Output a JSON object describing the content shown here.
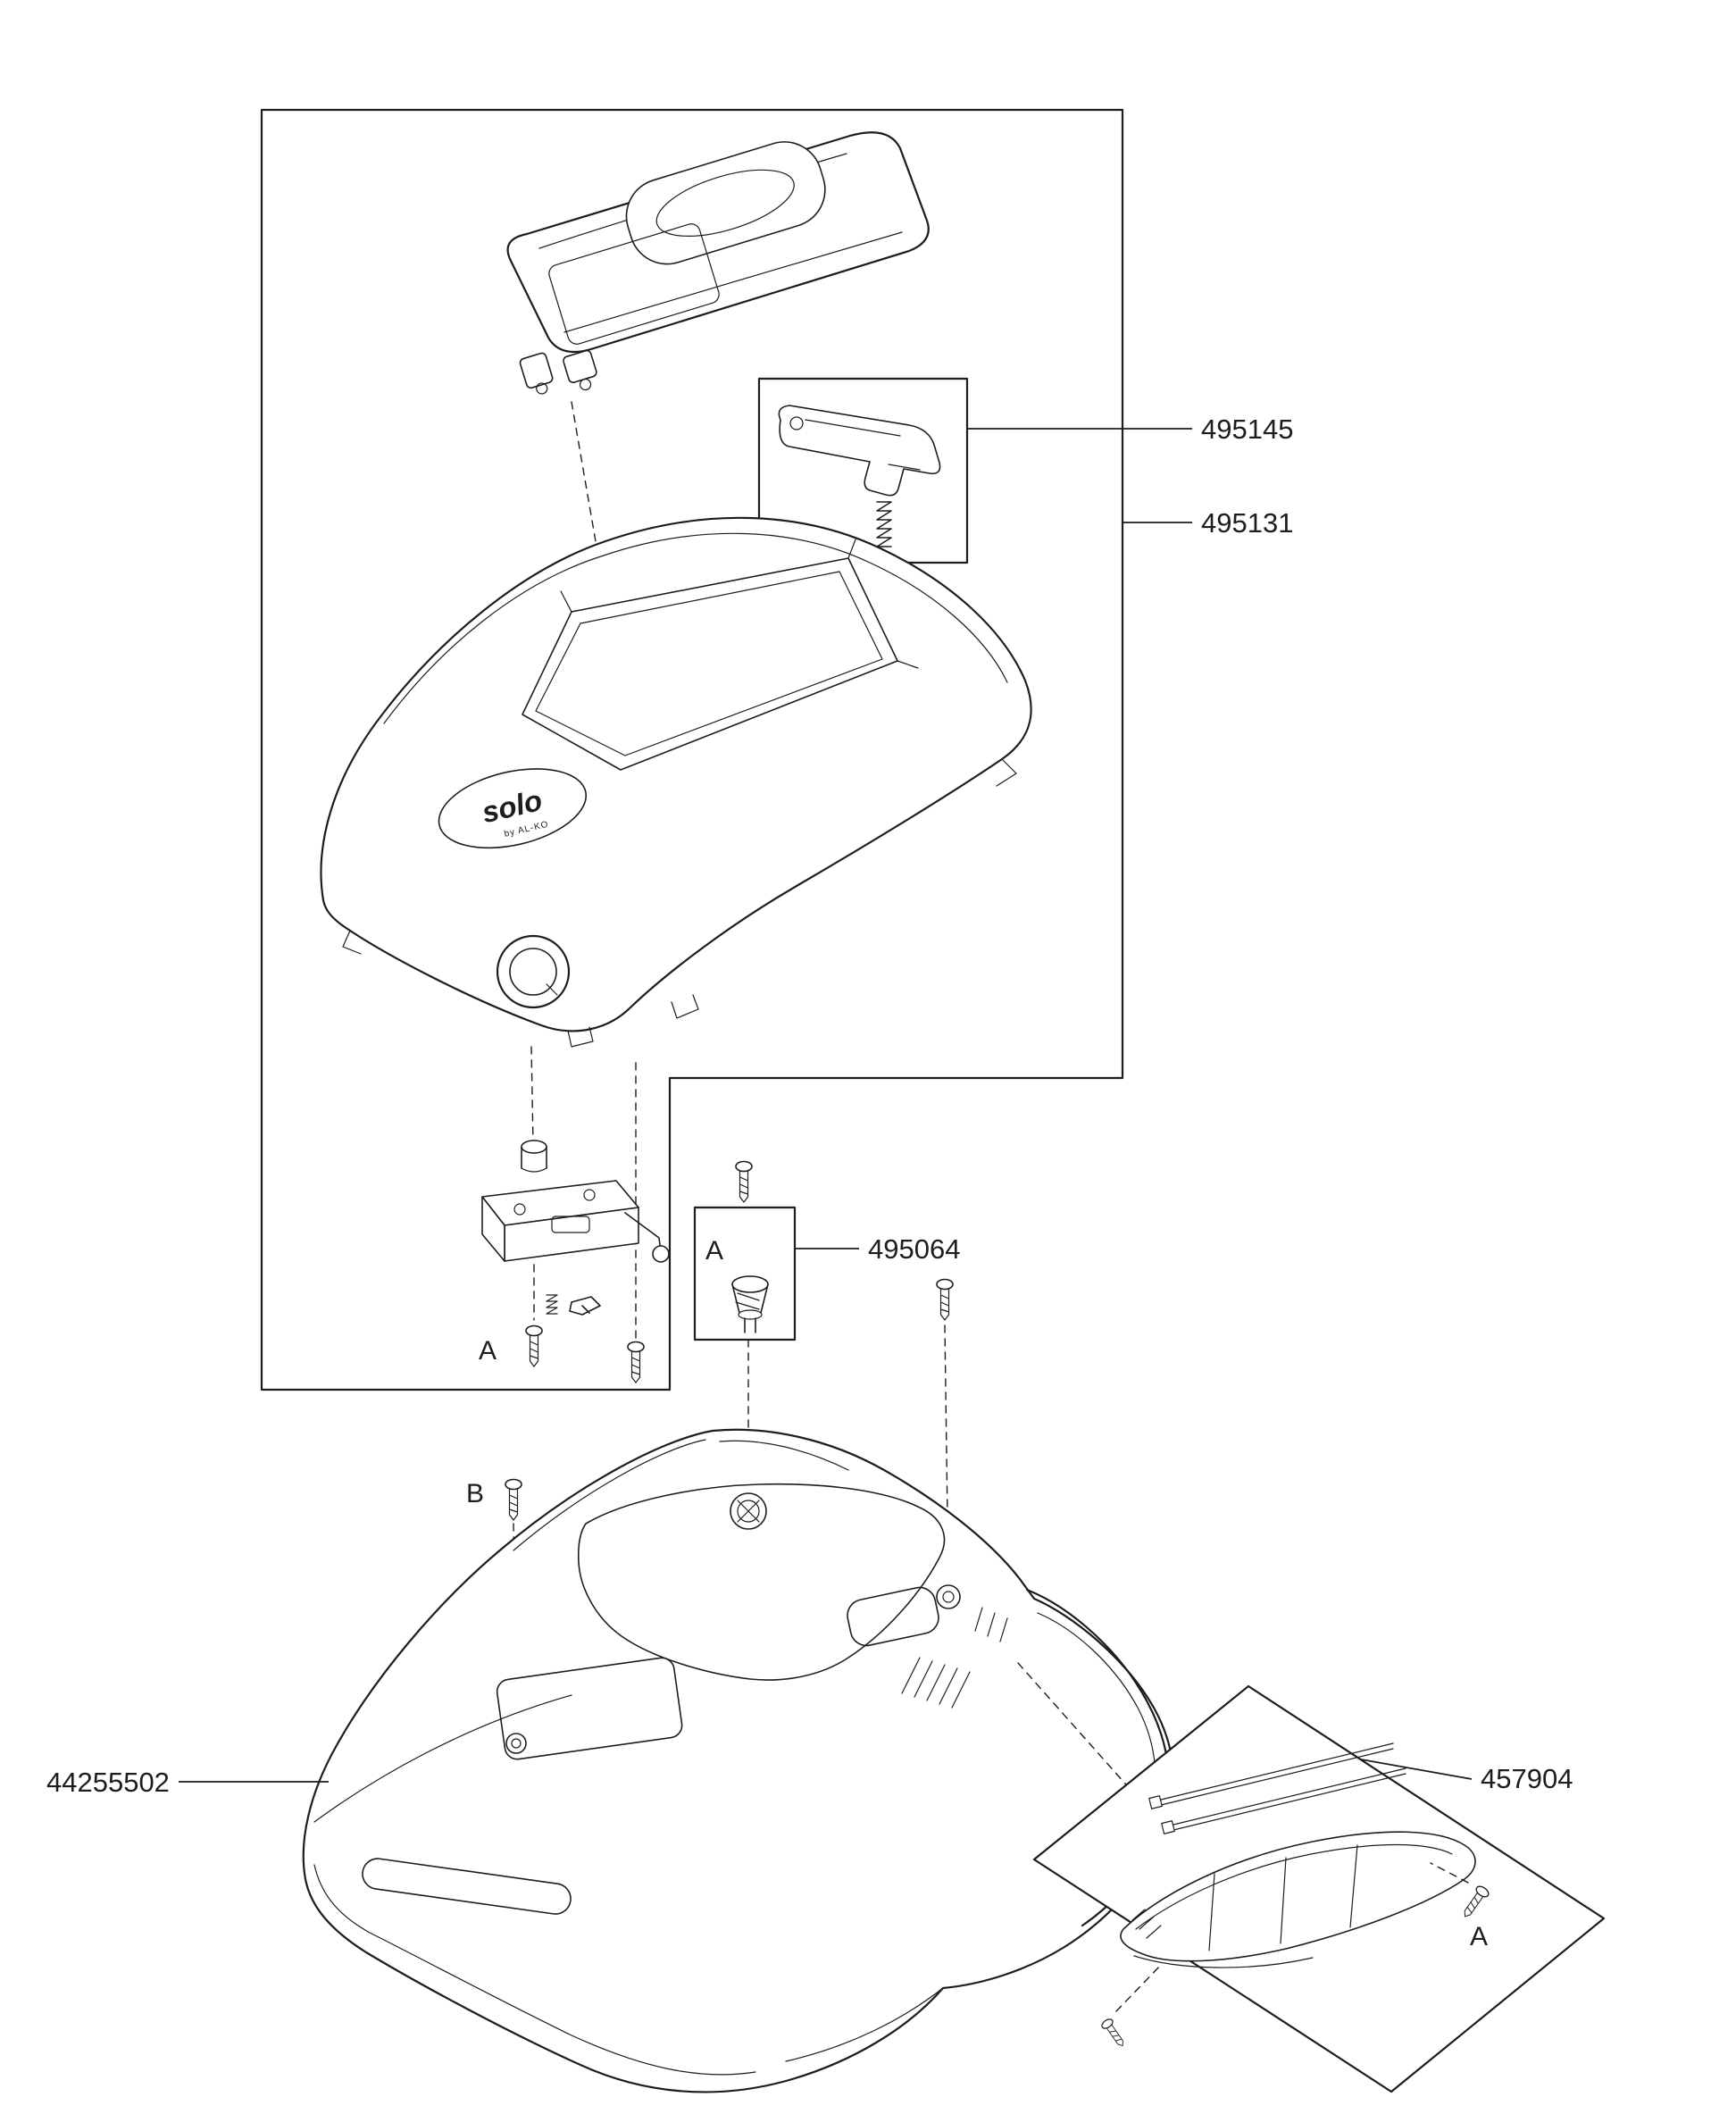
{
  "diagram": {
    "type": "exploded-parts-diagram",
    "line_color": "#1d1d1b",
    "background_color": "#ffffff",
    "labels": {
      "p495145": "495145",
      "p495131": "495131",
      "p495064": "495064",
      "p44255502": "44255502",
      "p457904": "457904"
    },
    "markers": {
      "a_latch_screw": "A",
      "a_grommet_box": "A",
      "a_bumper_screw": "A",
      "b_screw": "B"
    },
    "cover_logo": {
      "brand": "solo",
      "tagline": "by AL-KO"
    }
  }
}
